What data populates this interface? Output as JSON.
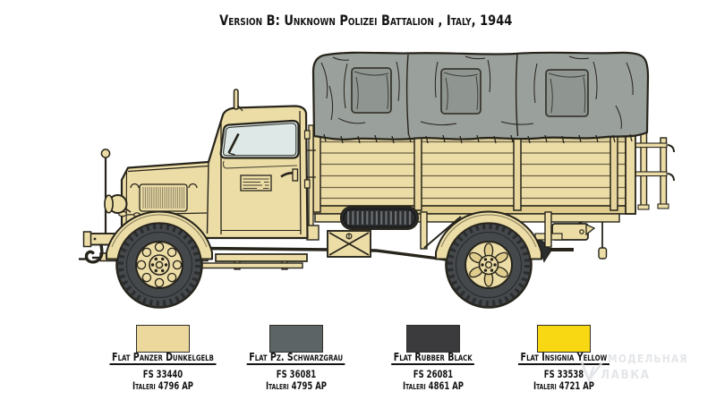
{
  "title": "Version B: Unknown Polizei Battalion , Italy, 1944",
  "colors": {
    "line": "#26241b",
    "body": "#ecdca6",
    "bodyshade": "#e0cd8e",
    "stake": "#e7d69e",
    "plank": "#6d6347",
    "tarp": "#9aa09c",
    "tarpflap": "#8f9591",
    "tarpline": "#3a3a32",
    "glass": "#dde8e7",
    "tire": "#46494c",
    "tiredark": "#2b2d2f",
    "brown": "#7b4b2c",
    "steel": "#8b8b85"
  },
  "paints": [
    {
      "name": "Flat Panzer Dunkelgelb",
      "fs": "FS 33440",
      "brand": "Italeri  4796 AP",
      "color": "#ecd89c"
    },
    {
      "name": "Flat Pz. Schwarzgrau",
      "fs": "FS 36081",
      "brand": "Italeri  4795 AP",
      "color": "#5d6466"
    },
    {
      "name": "Flat Rubber Black",
      "fs": "FS 26081",
      "brand": "Italeri  4861 AP",
      "color": "#3b3b3d"
    },
    {
      "name": "Flat Insignia Yellow",
      "fs": "FS 33538",
      "brand": "Italeri  4721 AP",
      "color": "#f8d812"
    }
  ],
  "watermark": {
    "line1": "МОДЕЛЬНАЯ",
    "line2": "ЛАВКА"
  },
  "illustration": {
    "subject": "German WWII truck, side view, canvas-covered cargo bed"
  }
}
